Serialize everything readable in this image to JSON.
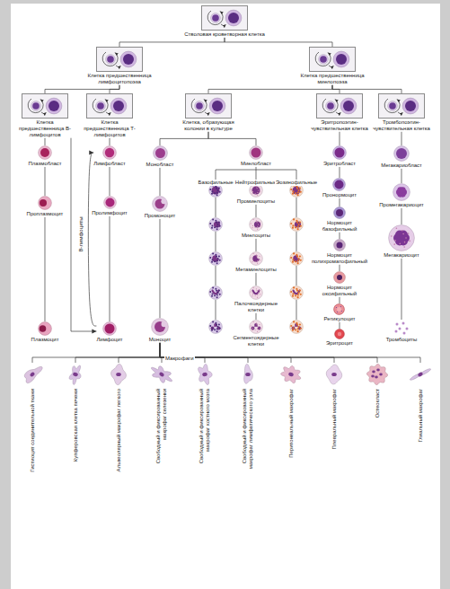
{
  "diagram": {
    "nodes": [
      {
        "text": [
          "Стволовая кроветворная клетка"
        ]
      },
      {
        "text": [
          "Клетка предшественница лимфоцитопоэза"
        ]
      },
      {
        "text": [
          "Клетка предшественница миелопоэза"
        ]
      },
      {
        "text": [
          "Клетка предшественница В-лимфоцитов"
        ]
      },
      {
        "text": [
          "Клетка предшественница Т-лимфоцитов"
        ]
      },
      {
        "text": [
          "Клетка, образующая колонии в культуре"
        ]
      },
      {
        "text": [
          "Эритропоэтин-чувствительная клетка"
        ]
      },
      {
        "text": [
          "Тромбопоэтин-чувствительная клетка"
        ]
      },
      {
        "text": [
          "Плазмобласт"
        ]
      },
      {
        "text": [
          "Лимфобласт"
        ]
      },
      {
        "text": [
          "Монобласт"
        ]
      },
      {
        "text": [
          "Миелобласт"
        ]
      },
      {
        "text": [
          "Эритробласт"
        ]
      },
      {
        "text": [
          "Мегакариобласт"
        ]
      },
      {
        "text": [
          "Проплазмоцит"
        ]
      },
      {
        "text": [
          "Пролимфоцит"
        ]
      },
      {
        "text": [
          "Промоноцит"
        ]
      },
      {
        "text": [
          "Промиелоциты"
        ]
      },
      {
        "text": [
          "Миелоциты"
        ]
      },
      {
        "text": [
          "Метамиелоциты"
        ]
      },
      {
        "text": [
          "Палочкоядерные клетки"
        ]
      },
      {
        "text": [
          "Сегментоядерные клетки"
        ]
      },
      {
        "text": [
          "Пронормоцит"
        ]
      },
      {
        "text": [
          "Нормоцит базофильный"
        ]
      },
      {
        "text": [
          "Нормоцит полихроматофильный"
        ]
      },
      {
        "text": [
          "Нормоцит оксифильный"
        ]
      },
      {
        "text": [
          "Ретикулоцит"
        ]
      },
      {
        "text": [
          "Эритроцит"
        ]
      },
      {
        "text": [
          "Промегакариоцит"
        ]
      },
      {
        "text": [
          "Мегакариоцит"
        ]
      },
      {
        "text": [
          "Тромбоциты"
        ]
      },
      {
        "text": [
          "Плазмоцит"
        ]
      },
      {
        "text": [
          "Лимфоцит"
        ]
      },
      {
        "text": [
          "Моноцит"
        ]
      },
      {
        "text": [
          "Гистиоцит соединительной ткани"
        ]
      },
      {
        "text": [
          "Купферовская клетка печени"
        ]
      },
      {
        "text": [
          "Альвеолярный макрофаг легкого"
        ]
      },
      {
        "text": [
          "Свободный и фиксированный макрофаг селезенки"
        ]
      },
      {
        "text": [
          "Свободный и фиксированный макрофаг костного мозга"
        ]
      },
      {
        "text": [
          "Свободный и фиксированный макрофаг лимфатического узла"
        ]
      },
      {
        "text": [
          "Перитонеальный макрофаг"
        ]
      },
      {
        "text": [
          "Плевральный макрофаг"
        ]
      },
      {
        "text": [
          "Остеокласт"
        ]
      },
      {
        "text": [
          "Глиальный макрофаг"
        ]
      }
    ],
    "edges": [
      {
        "from": 0,
        "to": 1,
        "arrow": "none"
      },
      {
        "from": 0,
        "to": 2,
        "arrow": "none"
      },
      {
        "from": 1,
        "to": 3,
        "arrow": "none"
      },
      {
        "from": 1,
        "to": 4,
        "arrow": "none"
      },
      {
        "from": 2,
        "to": 5,
        "arrow": "none"
      },
      {
        "from": 2,
        "to": 6,
        "arrow": "none"
      },
      {
        "from": 2,
        "to": 7,
        "arrow": "none"
      },
      {
        "from": 3,
        "to": 8,
        "arrow": "none"
      },
      {
        "from": 3,
        "to": 32,
        "label": "В-лимфоциты",
        "arrow": "to"
      },
      {
        "from": 4,
        "to": 9,
        "arrow": "none"
      },
      {
        "from": 5,
        "to": 10,
        "arrow": "none"
      },
      {
        "from": 5,
        "to": 11,
        "arrow": "none"
      },
      {
        "from": 6,
        "to": 12,
        "arrow": "none"
      },
      {
        "from": 7,
        "to": 13,
        "arrow": "none"
      },
      {
        "from": 8,
        "to": 14,
        "arrow": "none"
      },
      {
        "from": 14,
        "to": 31,
        "arrow": "none"
      },
      {
        "from": 9,
        "to": 15,
        "arrow": "none"
      },
      {
        "from": 15,
        "to": 32,
        "arrow": "none"
      },
      {
        "from": 32,
        "to": 9,
        "arrow": "to"
      },
      {
        "from": 10,
        "to": 16,
        "arrow": "none"
      },
      {
        "from": 16,
        "to": 33,
        "arrow": "none"
      },
      {
        "from": 11,
        "to": 17,
        "arrow": "none"
      },
      {
        "from": 17,
        "to": 18,
        "arrow": "none"
      },
      {
        "from": 18,
        "to": 19,
        "arrow": "none"
      },
      {
        "from": 19,
        "to": 20,
        "arrow": "none"
      },
      {
        "from": 20,
        "to": 21,
        "arrow": "none"
      },
      {
        "from": 12,
        "to": 22,
        "arrow": "none"
      },
      {
        "from": 22,
        "to": 23,
        "arrow": "none"
      },
      {
        "from": 23,
        "to": 24,
        "arrow": "none"
      },
      {
        "from": 24,
        "to": 25,
        "arrow": "none"
      },
      {
        "from": 25,
        "to": 26,
        "arrow": "none"
      },
      {
        "from": 26,
        "to": 27,
        "arrow": "none"
      },
      {
        "from": 13,
        "to": 28,
        "arrow": "none"
      },
      {
        "from": 28,
        "to": 29,
        "arrow": "none"
      },
      {
        "from": 29,
        "to": 30,
        "arrow": "none"
      },
      {
        "from": 33,
        "to": 34,
        "arrow": "none"
      },
      {
        "from": 33,
        "to": 35,
        "arrow": "none"
      },
      {
        "from": 33,
        "to": 36,
        "arrow": "none"
      },
      {
        "from": 33,
        "to": 37,
        "arrow": "none"
      },
      {
        "from": 33,
        "to": 38,
        "arrow": "none"
      },
      {
        "from": 33,
        "to": 39,
        "arrow": "none"
      },
      {
        "from": 33,
        "to": 40,
        "arrow": "none"
      },
      {
        "from": 33,
        "to": 41,
        "arrow": "none"
      },
      {
        "from": 33,
        "to": 42,
        "arrow": "none"
      },
      {
        "from": 33,
        "to": 43,
        "arrow": "none"
      }
    ],
    "labels": [
      "Базофильные",
      "Нейтрофильные",
      "Эозинофильные",
      "Макрофаги"
    ]
  }
}
